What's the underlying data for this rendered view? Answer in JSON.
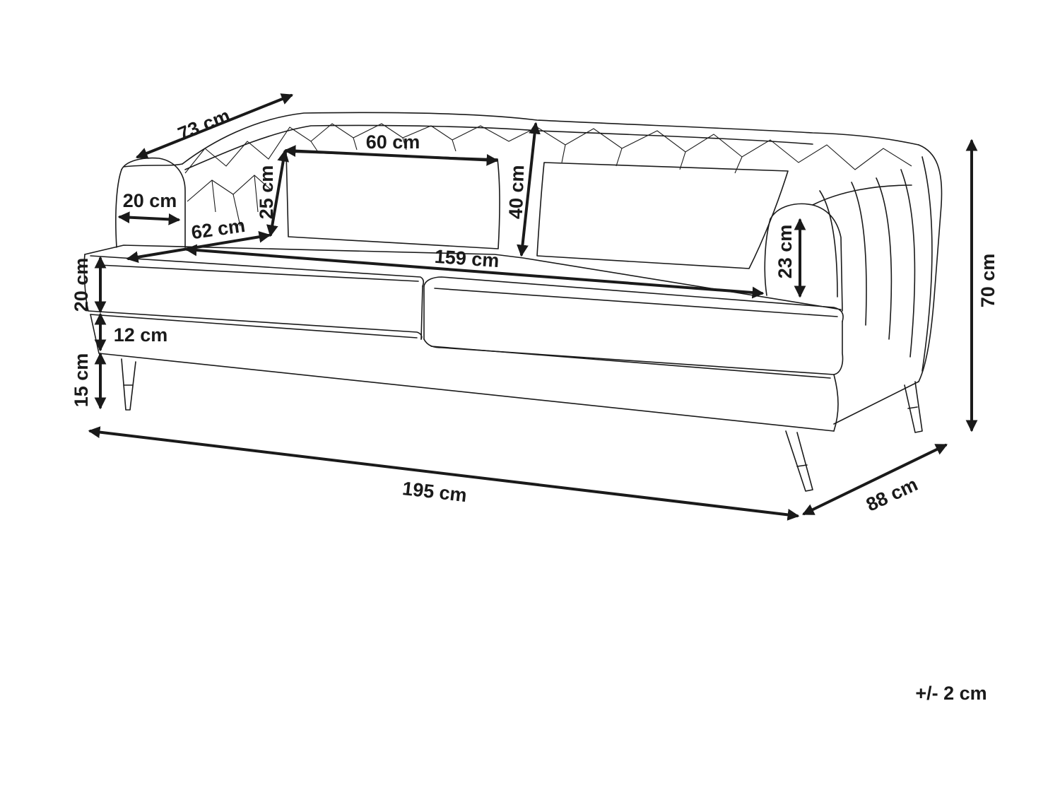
{
  "diagram": {
    "dimensions": [
      {
        "id": "depth_top",
        "label": "73 cm"
      },
      {
        "id": "cushion_width",
        "label": "60 cm"
      },
      {
        "id": "cushion_height",
        "label": "25 cm"
      },
      {
        "id": "back_height",
        "label": "40 cm"
      },
      {
        "id": "arm_width",
        "label": "20 cm"
      },
      {
        "id": "seat_depth",
        "label": "62 cm"
      },
      {
        "id": "seat_width",
        "label": "159 cm"
      },
      {
        "id": "arm_height",
        "label": "23 cm"
      },
      {
        "id": "seat_cushion_height",
        "label": "20 cm"
      },
      {
        "id": "base_height",
        "label": "12 cm"
      },
      {
        "id": "leg_height",
        "label": "15 cm"
      },
      {
        "id": "total_height",
        "label": "70 cm"
      },
      {
        "id": "total_width",
        "label": "195 cm"
      },
      {
        "id": "total_depth",
        "label": "88 cm"
      }
    ],
    "tolerance": "+/- 2 cm"
  }
}
